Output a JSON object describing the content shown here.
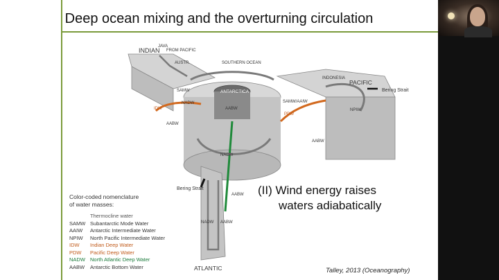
{
  "slide": {
    "title": "Deep ocean mixing and the overturning circulation",
    "callout_line1": "(II) Wind energy raises",
    "callout_line2": "waters adiabatically",
    "credit": "Talley, 2013 (Oceanography)"
  },
  "legend": {
    "header_line1": "Color-coded nomenclature",
    "header_line2": "of water masses:",
    "entries": [
      {
        "abbr": "",
        "name": "Thermocline water",
        "color": "#555555"
      },
      {
        "abbr": "SAMW",
        "name": "Subantarctic Mode Water",
        "color": "#333333"
      },
      {
        "abbr": "AAIW",
        "name": "Antarctic Intermediate Water",
        "color": "#333333"
      },
      {
        "abbr": "NPIW",
        "name": "North Pacific Intermediate Water",
        "color": "#333333"
      },
      {
        "abbr": "IDW",
        "name": "Indian Deep Water",
        "color": "#c05a1a"
      },
      {
        "abbr": "PDW",
        "name": "Pacific Deep Water",
        "color": "#c05a1a"
      },
      {
        "abbr": "NADW",
        "name": "North Atlantic Deep Water",
        "color": "#1a7a3a"
      },
      {
        "abbr": "AABW",
        "name": "Antarctic Bottom Water",
        "color": "#333333"
      }
    ]
  },
  "diagram": {
    "labels": {
      "indian": "INDIAN",
      "java": "JAVA",
      "from_pacific": "FROM PACIFIC",
      "austr": "AUSTR.",
      "southern_ocean": "SOUTHERN OCEAN",
      "antarctica": "ANTARCTICA",
      "indonesia": "INDONESIA",
      "pacific": "PACIFIC",
      "bering_strait_right": "Bering Strait",
      "bering_strait_left": "Bering Strait",
      "samw_left": "SAMW",
      "idw": "IDW",
      "nadw_left": "NADW",
      "aabw_left": "AABW",
      "samw_aaiw": "SAMW/AAIW",
      "pdw": "PDW",
      "npiw": "NPIW",
      "aabw_right": "AABW",
      "aabw_top": "AABW",
      "nadw_center": "NADW",
      "aabw_center": "AABW",
      "nadw_atl": "NADW",
      "aabw_atl": "AABW",
      "atlantic": "ATLANTIC"
    },
    "colors": {
      "box": "#c8c8c8",
      "box_dark": "#9a9a9a",
      "arrow": "#7a7a7a",
      "orange": "#d2691e",
      "green": "#1f8a3a"
    }
  }
}
